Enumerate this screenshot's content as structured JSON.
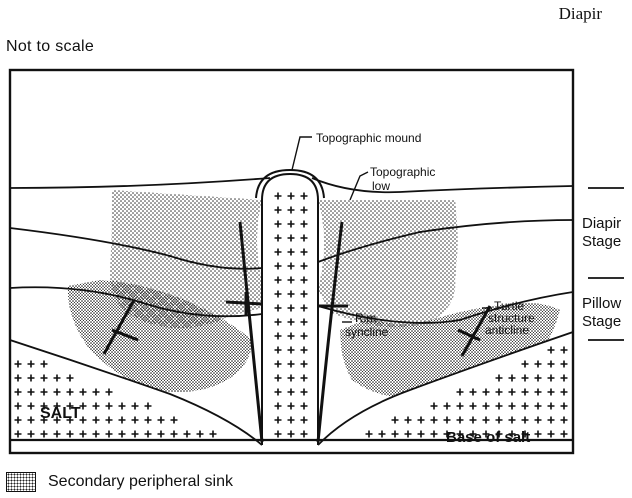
{
  "header": {
    "title": "Diapir"
  },
  "scale_note": "Not to scale",
  "labels": {
    "topographic_mound": "Topographic mound",
    "topographic_low_1": "Topographic",
    "topographic_low_2": "low",
    "diapir_stage_1": "Diapir",
    "diapir_stage_2": "Stage",
    "pillow_stage_1": "Pillow",
    "pillow_stage_2": "Stage",
    "rim_syncline_1": "Rim",
    "rim_syncline_2": "syncline",
    "turtle_1": "Turtle",
    "turtle_2": "structure",
    "turtle_3": "anticline",
    "salt": "SALT",
    "base_of_salt": "Base of salt"
  },
  "legend": {
    "label": "Secondary peripheral sink"
  }
}
